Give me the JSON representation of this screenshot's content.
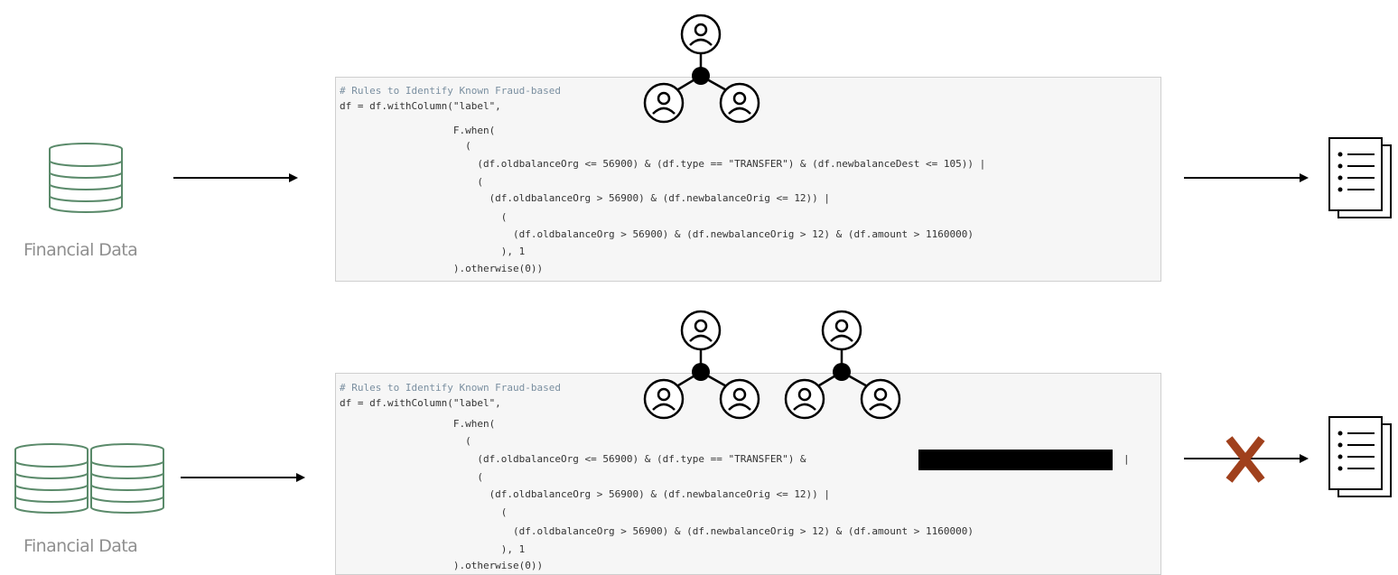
{
  "colors": {
    "db_stroke": "#5a8a6a",
    "arrow": "#000000",
    "x_mark": "#a0401c",
    "panel_bg": "#f6f6f6",
    "redaction": "#000000"
  },
  "top_row": {
    "data_label": "Financial Data",
    "icons": [
      "database-icon",
      "network-icon",
      "document-icon"
    ],
    "code": [
      "# Rules to Identify Known Fraud-based",
      "df = df.withColumn(\"label\",",
      "                   F.when(",
      "                     (",
      "                       (df.oldbalanceOrg <= 56900) & (df.type == \"TRANSFER\") & (df.newbalanceDest <= 105)) |",
      "                       (",
      "                         (df.oldbalanceOrg > 56900) & (df.newbalanceOrig <= 12)) |",
      "                           (",
      "                             (df.oldbalanceOrg > 56900) & (df.newbalanceOrig > 12) & (df.amount > 1160000)",
      "                           ), 1",
      "                   ).otherwise(0))"
    ]
  },
  "bottom_row": {
    "data_label": "Financial Data",
    "icons": [
      "database-icon",
      "database-icon",
      "network-icon",
      "network-icon",
      "x-mark-icon",
      "document-icon"
    ],
    "code": [
      "# Rules to Identify Known Fraud-based",
      "df = df.withColumn(\"label\",",
      "                   F.when(",
      "                     (",
      "                       (df.oldbalanceOrg <= 56900) & (df.type == \"TRANSFER\") &",
      "                       (",
      "                         (df.oldbalanceOrg > 56900) & (df.newbalanceOrig <= 12)) |",
      "                           (",
      "                             (df.oldbalanceOrg > 56900) & (df.newbalanceOrig > 12) & (df.amount > 1160000)",
      "                           ), 1",
      "                   ).otherwise(0))"
    ],
    "redacted": true,
    "trailing_pipe": "|"
  }
}
